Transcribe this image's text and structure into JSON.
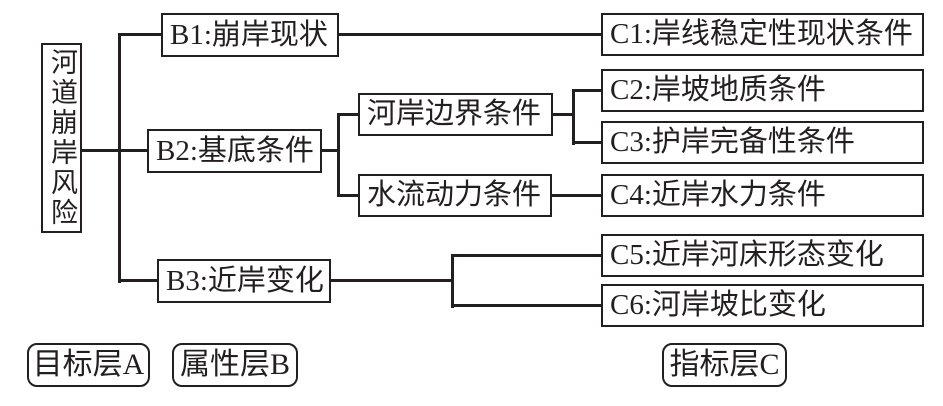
{
  "colors": {
    "line": "#231f20",
    "text": "#231f20",
    "background": "#ffffff"
  },
  "diagram": {
    "root": {
      "label": "河道崩岸风险"
    },
    "b_nodes": [
      {
        "label": "B1:崩岸现状"
      },
      {
        "label": "B2:基底条件"
      },
      {
        "label": "B3:近岸变化"
      }
    ],
    "sub_nodes": [
      {
        "label": "河岸边界条件"
      },
      {
        "label": "水流动力条件"
      }
    ],
    "c_nodes": [
      {
        "label": "C1:岸线稳定性现状条件"
      },
      {
        "label": "C2:岸坡地质条件"
      },
      {
        "label": "C3:护岸完备性条件"
      },
      {
        "label": "C4:近岸水力条件"
      },
      {
        "label": "C5:近岸河床形态变化"
      },
      {
        "label": "C6:河岸坡比变化"
      }
    ],
    "edges": [
      [
        "河道崩岸风险",
        "B1:崩岸现状"
      ],
      [
        "河道崩岸风险",
        "B2:基底条件"
      ],
      [
        "河道崩岸风险",
        "B3:近岸变化"
      ],
      [
        "B1:崩岸现状",
        "C1:岸线稳定性现状条件"
      ],
      [
        "B2:基底条件",
        "河岸边界条件"
      ],
      [
        "B2:基底条件",
        "水流动力条件"
      ],
      [
        "河岸边界条件",
        "C2:岸坡地质条件"
      ],
      [
        "河岸边界条件",
        "C3:护岸完备性条件"
      ],
      [
        "水流动力条件",
        "C4:近岸水力条件"
      ],
      [
        "B3:近岸变化",
        "C5:近岸河床形态变化"
      ],
      [
        "B3:近岸变化",
        "C6:河岸坡比变化"
      ]
    ]
  },
  "legend": [
    {
      "label": "目标层A"
    },
    {
      "label": "属性层B"
    },
    {
      "label": "指标层C"
    }
  ]
}
